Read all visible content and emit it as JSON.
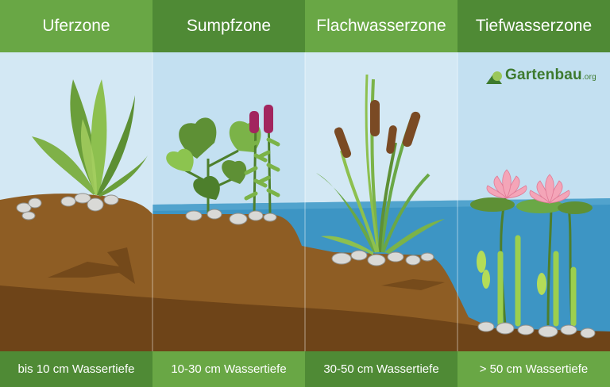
{
  "zones": [
    {
      "title": "Uferzone",
      "depth": "bis 10 cm Wassertiefe"
    },
    {
      "title": "Sumpfzone",
      "depth": "10-30 cm Wassertiefe"
    },
    {
      "title": "Flachwasserzone",
      "depth": "30-50 cm Wassertiefe"
    },
    {
      "title": "Tiefwasserzone",
      "depth": "> 50 cm Wassertiefe"
    }
  ],
  "logo": {
    "brand": "Gartenbau",
    "suffix": ".org"
  },
  "colors": {
    "header_light": "#6aa847",
    "header_dark": "#4f8a35",
    "sky_light": "#cfe6f3",
    "sky_dark": "#bfdcef",
    "water": "#3b93c2",
    "soil": "#8b5a23",
    "soil_dark": "#6a4116",
    "plant_green": "#7bb348",
    "plant_dark": "#4d7f2c"
  }
}
